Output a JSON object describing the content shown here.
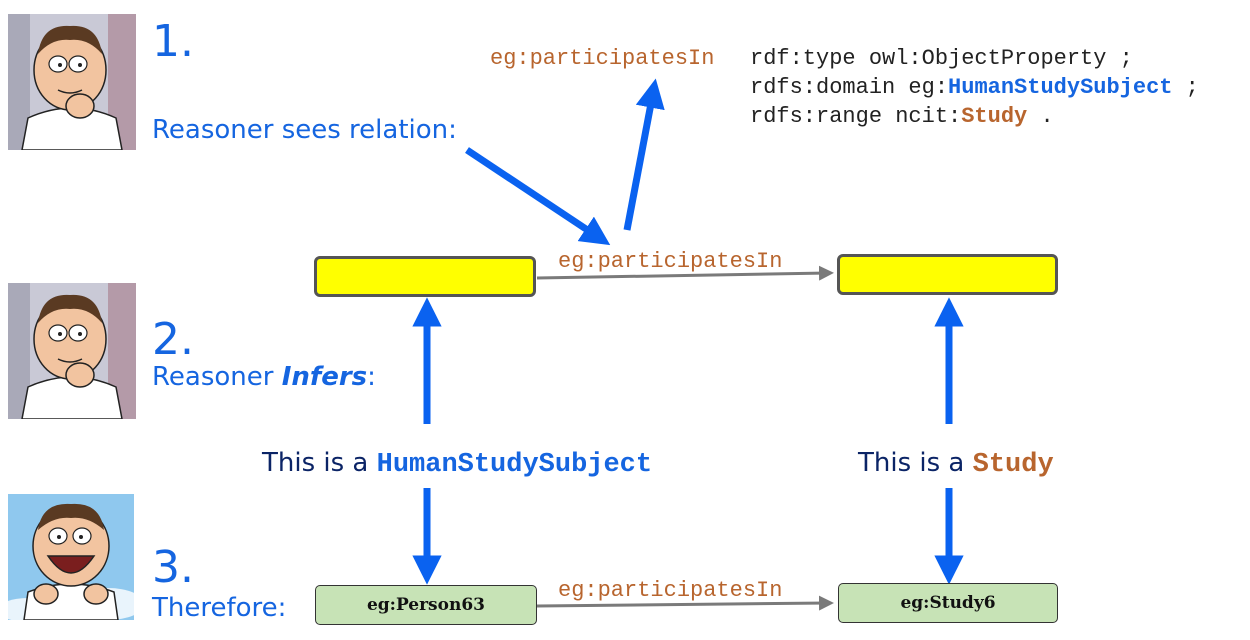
{
  "steps": [
    {
      "number": "1.",
      "caption": "Reasoner sees relation:",
      "avatar": "thinking-man-icon"
    },
    {
      "number": "2.",
      "caption_prefix": "Reasoner ",
      "caption_emph": "Infers",
      "caption_suffix": ":",
      "avatar": "thinking-man-icon"
    },
    {
      "number": "3.",
      "caption": "Therefore:",
      "avatar": "laughing-man-icon"
    }
  ],
  "owl": {
    "property": "eg:participatesIn",
    "line1": "rdf:type owl:ObjectProperty ;",
    "line2_prefix": "rdfs:domain eg:",
    "line2_class": "HumanStudySubject",
    "line2_suffix": " ;",
    "line3_prefix": "rdfs:range ncit:",
    "line3_class": "Study",
    "line3_suffix": " ."
  },
  "inferred_edge_label": "eg:participatesIn",
  "instance_edge_label": "eg:participatesIn",
  "left_inference": {
    "prefix": "This is a ",
    "class": "HumanStudySubject"
  },
  "right_inference": {
    "prefix": "This is a ",
    "class": "Study"
  },
  "nodes": {
    "subject": "eg:Person63",
    "object": "eg:Study6"
  },
  "colors": {
    "accent_blue": "#1565e0",
    "property_brown": "#b8652e",
    "inferred_fill": "#ffff00",
    "instance_fill": "#c7e3b6"
  }
}
